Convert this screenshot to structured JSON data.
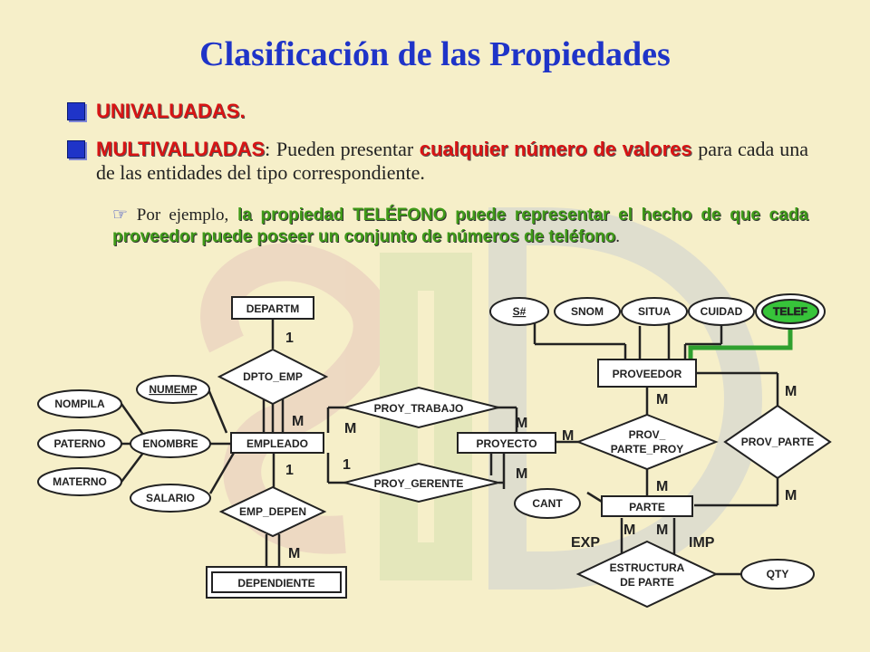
{
  "title": "Clasificación de las Propiedades",
  "bullets": {
    "uni": "UNIVALUADAS.",
    "multi_label": "MULTIVALUADAS",
    "multi_colon": ":",
    "multi_text1": "Pueden presentar",
    "multi_hl1": "cualquier número de valores",
    "multi_text2": "para cada una de las entidades del tipo correspondiente."
  },
  "example": {
    "marker": "☞",
    "intro": "Por ejemplo,",
    "highlight": "la propiedad TELÉFONO puede representar el hecho de que cada proveedor puede poseer un conjunto de números de teléfono",
    "end": "."
  },
  "entities": {
    "departm": "DEPARTM",
    "empleado": "EMPLEADO",
    "dependiente": "DEPENDIENTE",
    "proyecto": "PROYECTO",
    "proveedor": "PROVEEDOR",
    "parte": "PARTE"
  },
  "relationships": {
    "dpto_emp": "DPTO_EMP",
    "emp_depen": "EMP_DEPEN",
    "proy_trabajo": "PROY_TRABAJO",
    "proy_gerente": "PROY_GERENTE",
    "prov_parte_proy_1": "PROV_",
    "prov_parte_proy_2": "PARTE_PROY",
    "prov_parte": "PROV_PARTE",
    "estructura_1": "ESTRUCTURA",
    "estructura_2": "DE PARTE"
  },
  "attributes": {
    "numemp": "NUMEMP",
    "nompila": "NOMPILA",
    "paterno": "PATERNO",
    "materno": "MATERNO",
    "enombre": "ENOMBRE",
    "salario": "SALARIO",
    "snum": "S#",
    "snom": "SNOM",
    "situa": "SITUA",
    "cuidad": "CUIDAD",
    "telef": "TELEF",
    "cant": "CANT",
    "qty": "QTY"
  },
  "cardinalities": {
    "one": "1",
    "many": "M",
    "exp": "EXP",
    "imp": "IMP"
  },
  "colors": {
    "title": "#1f34c8",
    "red_text": "#d81414",
    "green_text": "#3f9a18",
    "background": "#f6efc9",
    "telef_fill": "#37c43a",
    "telef_connector": "#2fa02f"
  }
}
